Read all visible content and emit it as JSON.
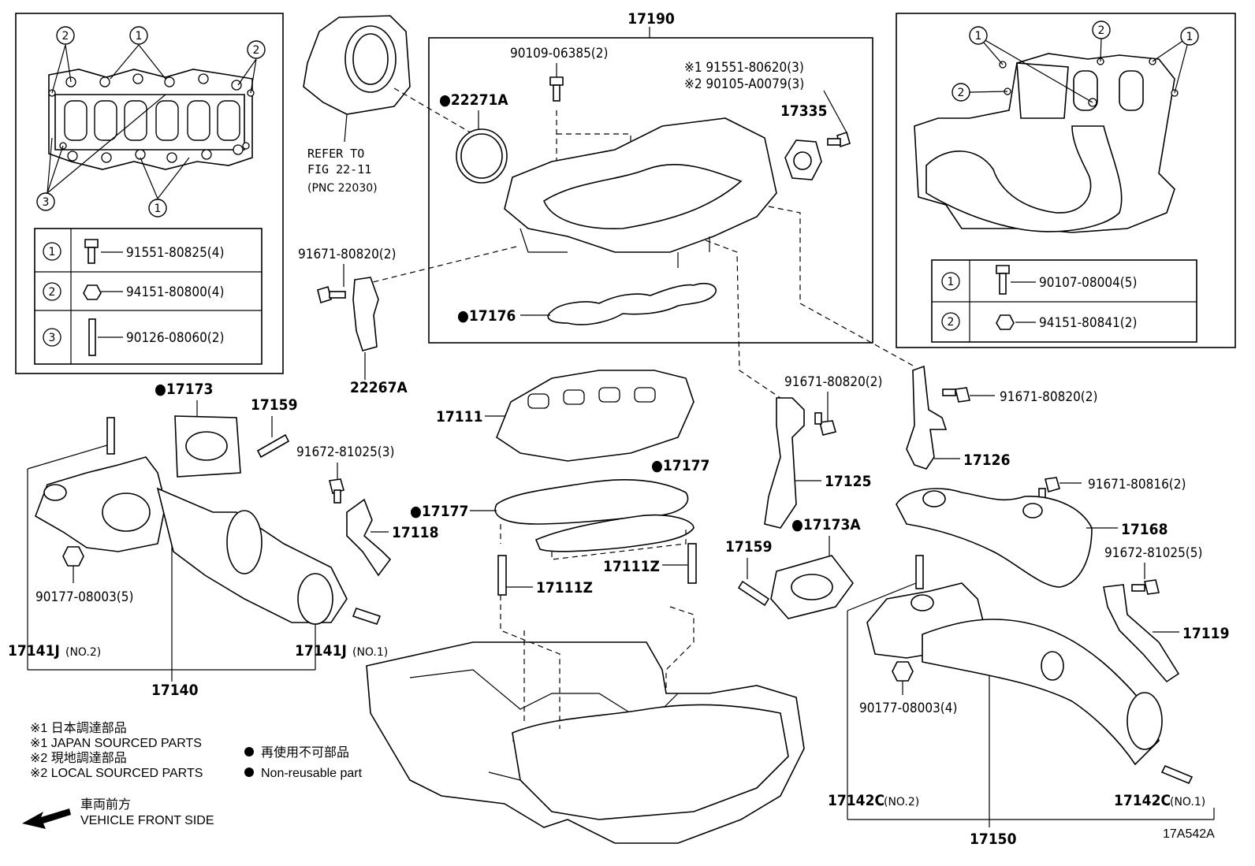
{
  "diagram": {
    "figure_id": "17A542A",
    "parts": {
      "p17190": "17190",
      "p90109": "90109-06385(2)",
      "p22271A": "●22271A",
      "p91551a": "※1 91551-80620(3)",
      "p90105": "※2 90105-A0079(3)",
      "p17335": "17335",
      "p17176": "●17176",
      "refer1": "REFER TO",
      "refer2": "FIG 22-11",
      "refer3": "(PNC 22030)",
      "p91671_l": "91671-80820(2)",
      "p22267A": "22267A",
      "p17173": "●17173",
      "p17159_l": "17159",
      "p91672_l": "91672-81025(3)",
      "p17118": "17118",
      "p90177_l": "90177-08003(5)",
      "p17141J_no2": "17141J",
      "p17141J_no1": "17141J",
      "no2": "(NO.2)",
      "no1": "(NO.1)",
      "p17140": "17140",
      "p17111": "17111",
      "p17177_r": "●17177",
      "p17177_l": "●17177",
      "p17111Z_r": "17111Z",
      "p17111Z_l": "17111Z",
      "p91671_m": "91671-80820(2)",
      "p17125": "17125",
      "p17159_m": "17159",
      "p17173A": "●17173A",
      "p91671_r": "91671-80820(2)",
      "p17126": "17126",
      "p91671_80816": "91671-80816(2)",
      "p17168": "17168",
      "p91672_r": "91672-81025(5)",
      "p17119": "17119",
      "p90177_r": "90177-08003(4)",
      "p17142C_no2": "17142C",
      "p17142C_no1": "17142C",
      "no2b": "(NO.2)",
      "no1b": "(NO.1)",
      "p17150": "17150"
    },
    "inset_left": {
      "rows": [
        {
          "num": "1",
          "part": "91551-80825(4)"
        },
        {
          "num": "2",
          "part": "94151-80800(4)"
        },
        {
          "num": "3",
          "part": "90126-08060(2)"
        }
      ],
      "callouts": [
        "2",
        "1",
        "2",
        "3",
        "1"
      ]
    },
    "inset_right": {
      "rows": [
        {
          "num": "1",
          "part": "90107-08004(5)"
        },
        {
          "num": "2",
          "part": "94151-80841(2)"
        }
      ],
      "callouts": [
        "1",
        "2",
        "1",
        "2"
      ]
    },
    "legend": {
      "jp1": "※1  日本調達部品",
      "en1": "※1  JAPAN SOURCED PARTS",
      "jp2": "※2  現地調達部品",
      "en2": "※2  LOCAL SOURCED PARTS",
      "nr_jp": "再使用不可部品",
      "nr_en": "Non-reusable part",
      "front_jp": "車両前方",
      "front_en": "VEHICLE FRONT SIDE"
    }
  }
}
